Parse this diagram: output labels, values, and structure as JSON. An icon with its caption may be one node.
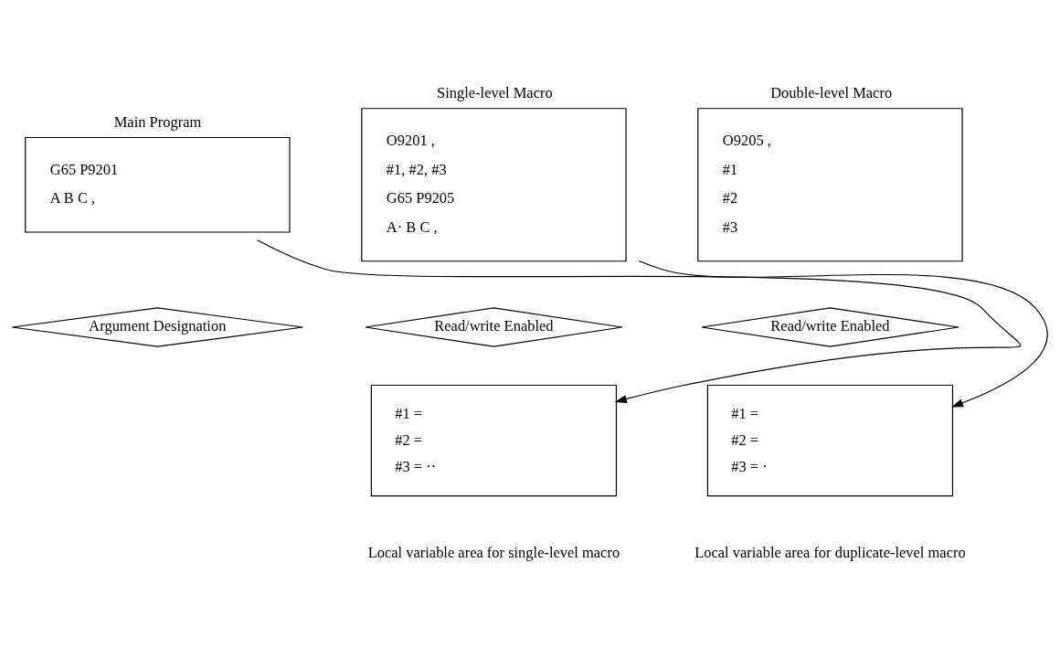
{
  "diagram": {
    "nodes": [
      {
        "text": [
          "Main Program",
          "G65 P9201",
          "A B C ,"
        ]
      },
      {
        "text": [
          "Single-level Macro",
          "O9201 ,",
          "#1, #2, #3",
          "G65 P9205",
          "A· B C ,"
        ]
      },
      {
        "text": [
          "Double-level Macro",
          "O9205 ,",
          "#1",
          "#2",
          "#3"
        ]
      },
      {
        "text": [
          "Argument Designation"
        ]
      },
      {
        "text": [
          "Read/write Enabled"
        ]
      },
      {
        "text": [
          "#1 =",
          "#2 =",
          "#3 = ··"
        ],
        "beside": [
          "Local variable area for single-level macro"
        ]
      },
      {
        "text": [
          "Read/write Enabled"
        ]
      },
      {
        "text": [
          "#1 =",
          "#2 =",
          "#3 = ·"
        ],
        "beside": [
          "Local variable area for duplicate-level macro"
        ]
      }
    ],
    "edges": [
      {
        "from": 0,
        "to": 5,
        "arrow": "to"
      },
      {
        "from": 1,
        "to": 7,
        "arrow": "to"
      }
    ]
  }
}
